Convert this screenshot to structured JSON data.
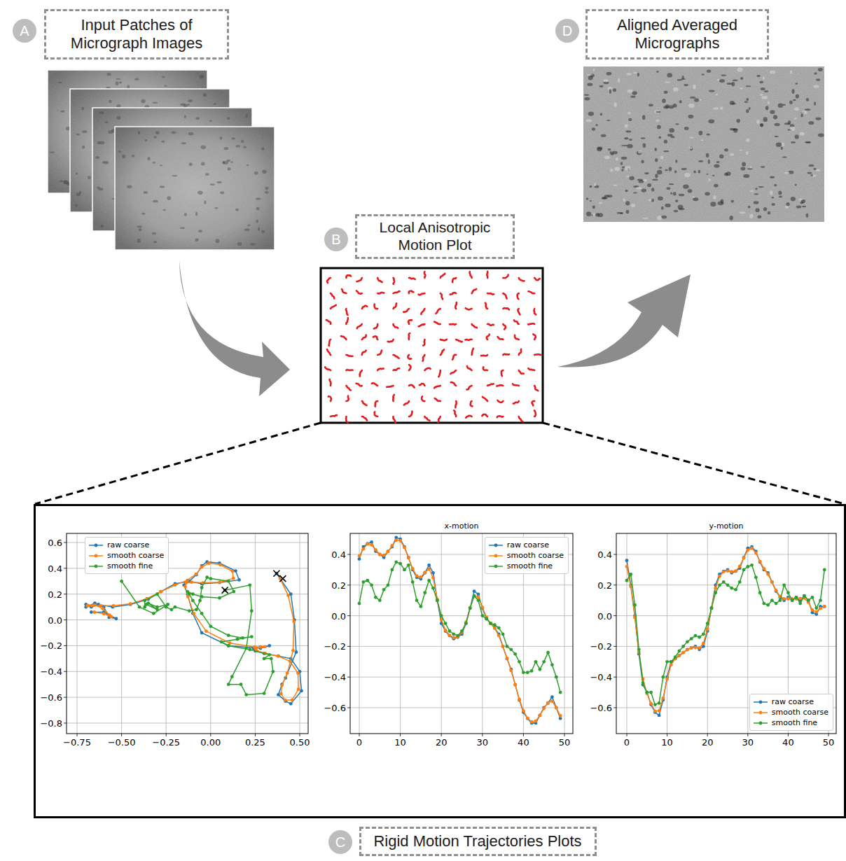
{
  "diagram": {
    "nodes": [
      {
        "text": [
          "A"
        ]
      },
      {
        "text": [
          "Input Patches of Micrograph Images"
        ]
      },
      {
        "text": [
          "D"
        ]
      },
      {
        "text": [
          "Aligned Averaged Micrographs"
        ]
      },
      {
        "text": [
          "B"
        ]
      },
      {
        "text": [
          "Local Anisotropic Motion Plot"
        ]
      },
      {
        "text": [
          "C"
        ]
      },
      {
        "text": [
          "Rigid Motion Trajectories Plots"
        ]
      }
    ],
    "labels": [
      "0.6",
      "0.4",
      "0.2",
      "0.0",
      "−0.2",
      "−0.4",
      "−0.6",
      "−0.8",
      "−0.75",
      "−0.50",
      "−0.25",
      "0.00",
      "0.25",
      "0.50",
      "x-motion",
      "0.4",
      "0.2",
      "0.0",
      "−0.2",
      "−0.4",
      "−0.6",
      "0",
      "10",
      "20",
      "30",
      "40",
      "50",
      "y-motion",
      "0.4",
      "0.2",
      "0.0",
      "−0.2",
      "−0.4",
      "−0.6",
      "0",
      "10",
      "20",
      "30",
      "40",
      "50"
    ],
    "legend": [
      {
        "text": "raw coarse"
      },
      {
        "text": "smooth coarse"
      },
      {
        "text": "smooth fine"
      },
      {
        "text": "raw coarse"
      },
      {
        "text": "smooth coarse"
      },
      {
        "text": "smooth fine"
      },
      {
        "text": "raw coarse"
      },
      {
        "text": "smooth coarse"
      },
      {
        "text": "smooth fine"
      }
    ]
  }
}
